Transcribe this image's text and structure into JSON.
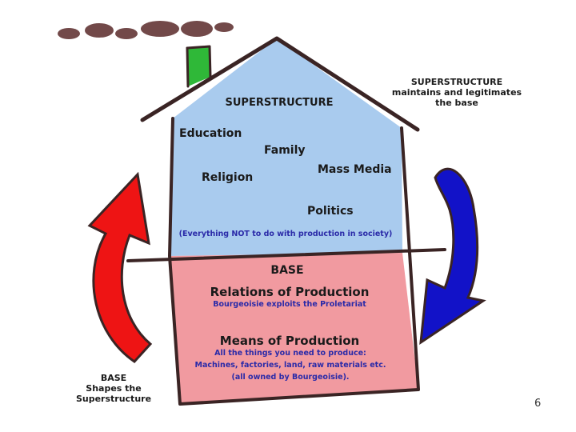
{
  "colors": {
    "superstructure_fill": "#a9cbee",
    "base_fill": "#f19aa0",
    "chimney_fill": "#2fb838",
    "outline": "#3a2424",
    "left_arrow": "#ee1414",
    "right_arrow": "#1212c8",
    "smoke": "#5a2a2a",
    "blue_text": "#2a2aa8"
  },
  "superstructure": {
    "title": "SUPERSTRUCTURE",
    "items": [
      "Education",
      "Family",
      "Religion",
      "Mass Media",
      "Politics"
    ],
    "note": "(Everything NOT to do with production in society)"
  },
  "base": {
    "title": "BASE",
    "relations_title": "Relations of Production",
    "relations_desc": "Bourgeoisie exploits the Proletariat",
    "means_title": "Means of Production",
    "means_desc": [
      "All the things you need to produce:",
      "Machines, factories, land, raw materials etc.",
      "(all owned by Bourgeoisie)."
    ]
  },
  "right_caption": [
    "SUPERSTRUCTURE",
    "maintains and legitimates",
    "the base"
  ],
  "left_caption": [
    "BASE",
    "Shapes the",
    "Superstructure"
  ],
  "page_number": "6",
  "icons": [
    "smoke-icon",
    "chimney-icon",
    "house-icon",
    "curved-arrow-up-icon",
    "curved-arrow-down-icon"
  ]
}
